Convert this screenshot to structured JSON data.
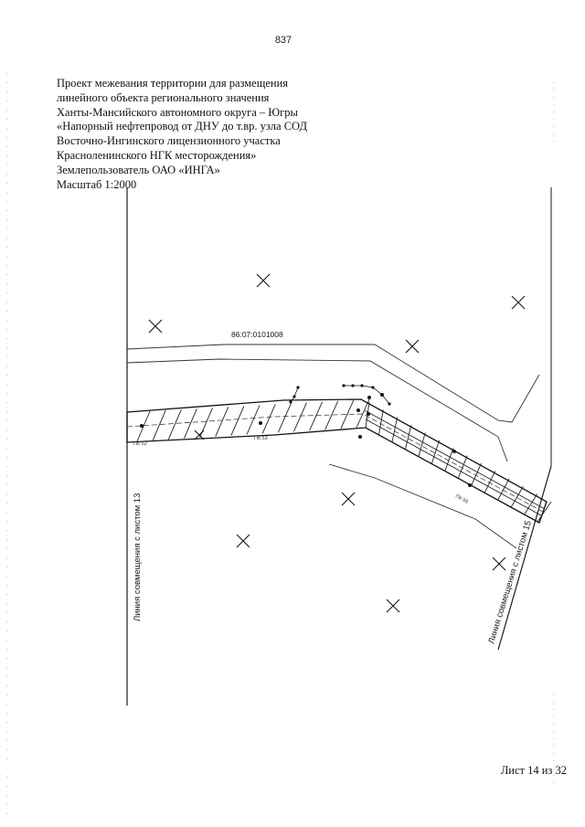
{
  "page_number": "837",
  "header": {
    "lines": [
      "Проект межевания территории для размещения",
      "линейного объекта регионального значения",
      "Ханты-Мансийского автономного округа – Югры",
      "«Напорный нефтепровод от ДНУ до т.вр. узла СОД",
      "Восточно-Ингинского лицензионного участка",
      "Красноленинского НГК месторождения»",
      "Землепользователь ОАО «ИНГА»",
      "Масштаб 1:2000"
    ]
  },
  "map": {
    "cadastral_number": "86:07:0101008",
    "left_match_line": "Линия совмещения с листом 13",
    "right_match_line": "Линия совмещения с листом 15",
    "pk_labels": [
      "ПК 52",
      "ПК 53",
      "ПК 55"
    ],
    "colors": {
      "ink": "#1a1a1a",
      "faint": "#555555"
    }
  },
  "footer": {
    "sheet": "Лист 14 из 32"
  }
}
